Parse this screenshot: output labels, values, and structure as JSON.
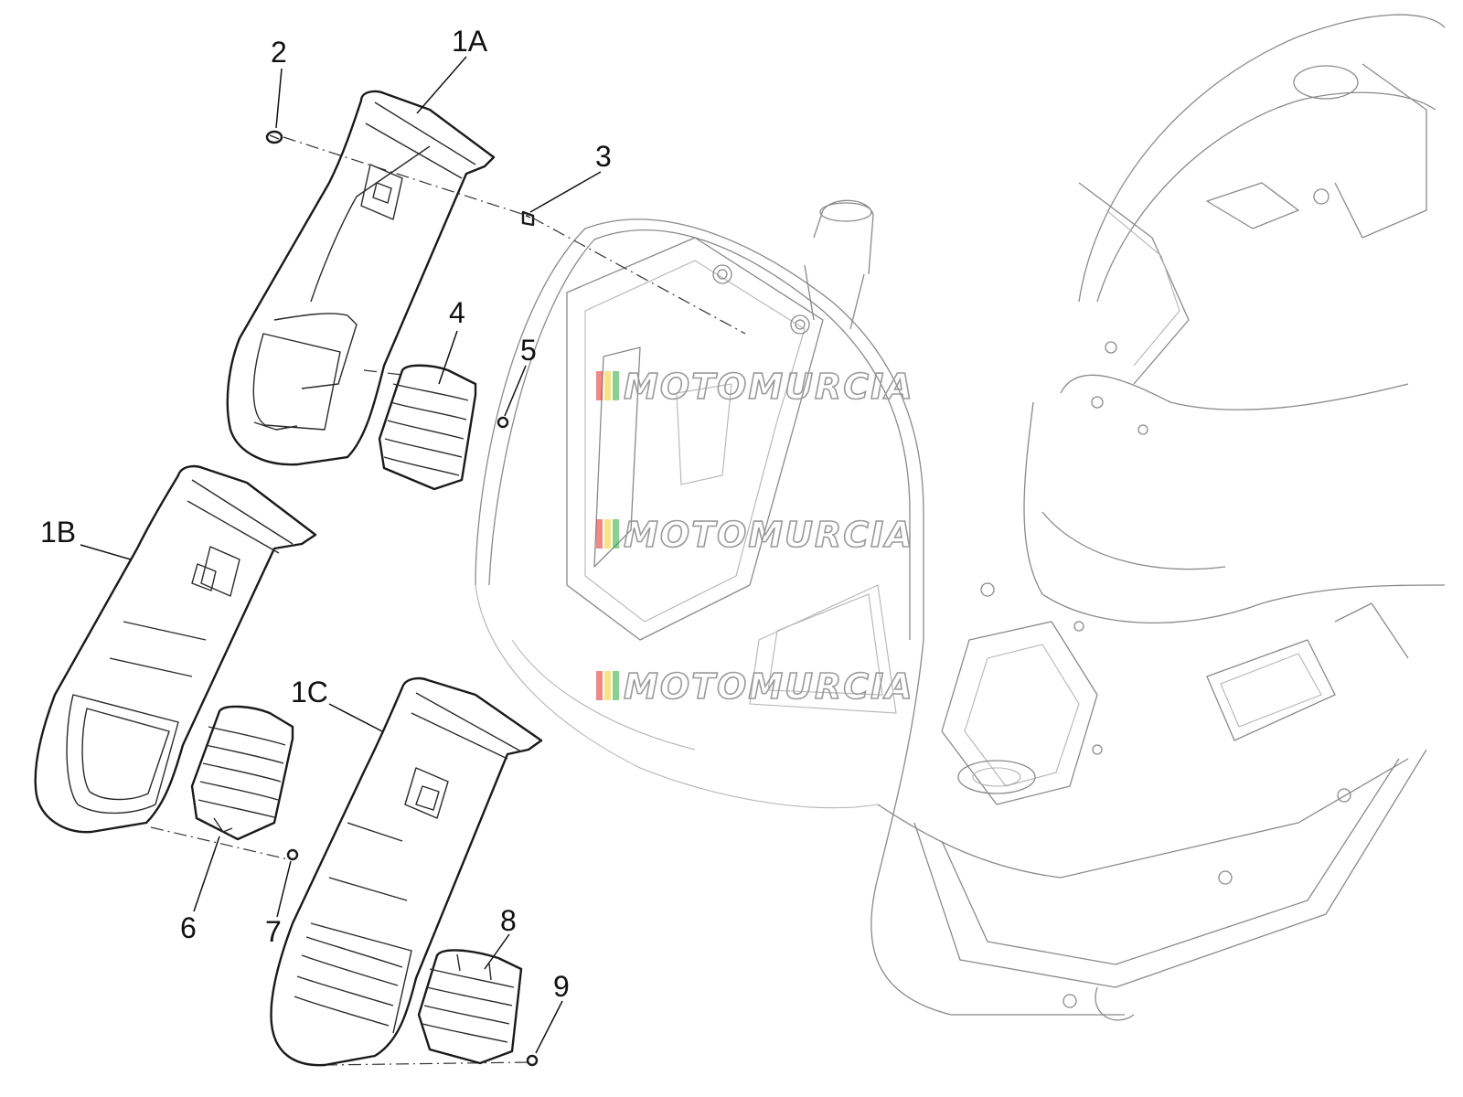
{
  "callouts": {
    "c1a": "1A",
    "c1b": "1B",
    "c1c": "1C",
    "c2": "2",
    "c3": "3",
    "c4": "4",
    "c5": "5",
    "c6": "6",
    "c7": "7",
    "c8": "8",
    "c9": "9"
  },
  "watermark": {
    "text": "MOTOMURCIA",
    "stripe_colors": [
      "#e23b3b",
      "#f2d23a",
      "#3bb04a"
    ]
  },
  "colors": {
    "line": "#1a1a1a",
    "frame": "#8a8a8a"
  }
}
